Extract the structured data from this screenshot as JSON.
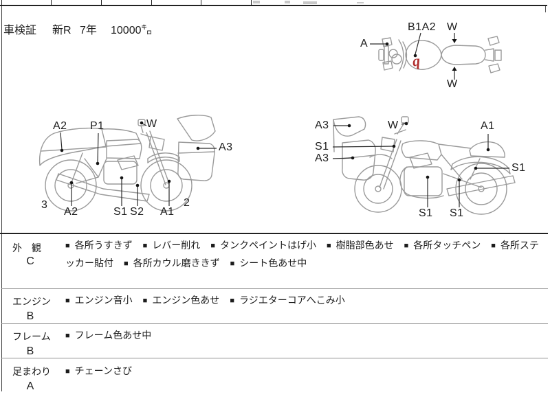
{
  "colors": {
    "mark_red": "#b03030",
    "diagram_stroke": "#9a9a9a",
    "pointer_stroke": "#2a2a2a",
    "text": "#1c1c1c"
  },
  "bullet_glyph": "■",
  "header": {
    "doc_label": "車検証",
    "reg": "新R",
    "year": "7年",
    "mileage": "10000㌔"
  },
  "top_view": {
    "a": "A",
    "b1a2": "B1A2",
    "w_top": "W",
    "w_bottom": "W",
    "mark": "q"
  },
  "side_right": {
    "a2_top": "A2",
    "p1": "P1",
    "w": "W",
    "a3": "A3",
    "wheel_rear": "3",
    "a2_bottom": "A2",
    "s1": "S1",
    "s2": "S2",
    "a1": "A1",
    "wheel_front": "2"
  },
  "side_left": {
    "a3_top": "A3",
    "w": "W",
    "a1": "A1",
    "s1_fork": "S1",
    "a3_side": "A3",
    "s1_shock": "S1",
    "s1_engine": "S1",
    "s1_swingarm": "S1"
  },
  "sections": [
    {
      "category": "外　観",
      "grade": "C",
      "items": [
        "各所うすきず",
        "レバー削れ",
        "タンクペイントはげ小",
        "樹脂部色あせ",
        "各所タッチペン",
        "各所ステッカー貼付",
        "各所カウル磨ききず",
        "シート色あせ中"
      ]
    },
    {
      "category": "エンジン",
      "grade": "B",
      "items": [
        "エンジン音小",
        "エンジン色あせ",
        "ラジエターコアへこみ小"
      ]
    },
    {
      "category": "フレーム",
      "grade": "B",
      "items": [
        "フレーム色あせ中"
      ]
    },
    {
      "category": "足まわり",
      "grade": "A",
      "items": [
        "チェーンさび"
      ]
    }
  ]
}
